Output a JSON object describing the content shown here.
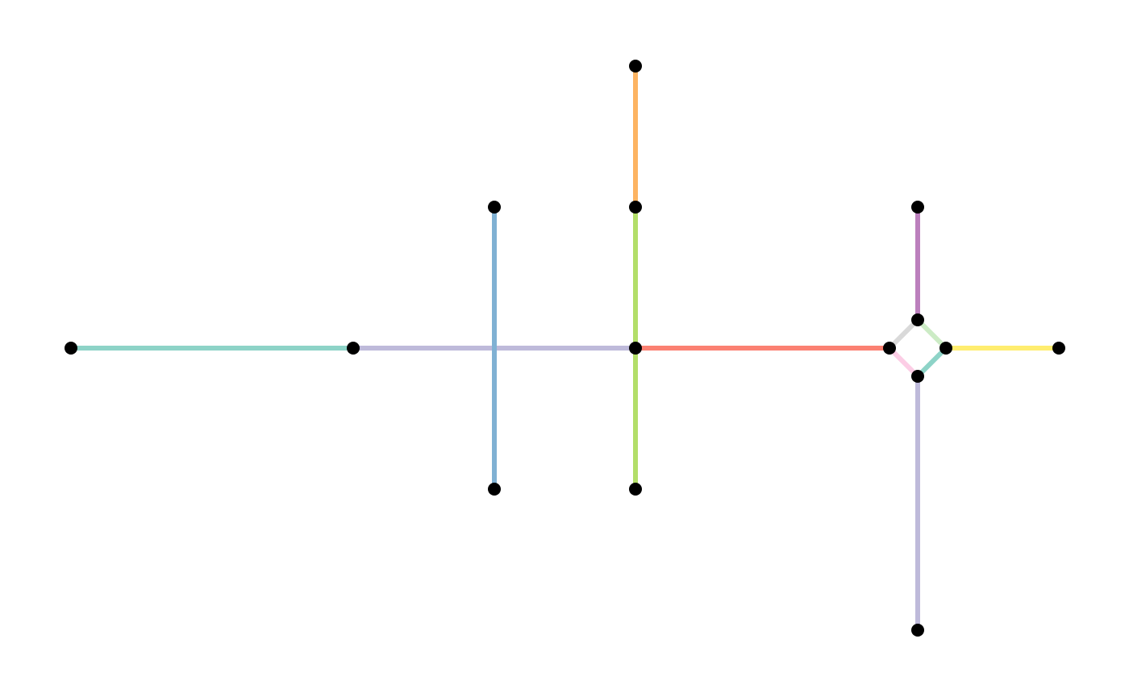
{
  "diagram": {
    "type": "graph",
    "node_color": "#000000",
    "nodes": [
      {
        "id": "n1"
      },
      {
        "id": "n2"
      },
      {
        "id": "n3"
      },
      {
        "id": "n4"
      },
      {
        "id": "n5"
      },
      {
        "id": "n6"
      },
      {
        "id": "n7"
      },
      {
        "id": "n8"
      },
      {
        "id": "n9"
      },
      {
        "id": "n10"
      },
      {
        "id": "n11"
      },
      {
        "id": "n12"
      },
      {
        "id": "n13"
      },
      {
        "id": "n14"
      },
      {
        "id": "n15"
      },
      {
        "id": "n16"
      }
    ],
    "edges": [
      {
        "from": "n1",
        "to": "n2",
        "color": "#8dd3c7"
      },
      {
        "from": "n2",
        "to": "n3",
        "color": "#bebada"
      },
      {
        "from": "n4",
        "to": "n5",
        "color": "#80b1d3"
      },
      {
        "from": "n6",
        "to": "n7",
        "color": "#fdb462"
      },
      {
        "from": "n7",
        "to": "n3",
        "color": "#b3de69"
      },
      {
        "from": "n3",
        "to": "n8",
        "color": "#b3de69"
      },
      {
        "from": "n3",
        "to": "n9",
        "color": "#fb8072"
      },
      {
        "from": "n10",
        "to": "n11",
        "color": "#bc80bd"
      },
      {
        "from": "n9",
        "to": "n11",
        "color": "#d9d9d9"
      },
      {
        "from": "n11",
        "to": "n12",
        "color": "#ccebc5"
      },
      {
        "from": "n9",
        "to": "n13",
        "color": "#fccde5"
      },
      {
        "from": "n13",
        "to": "n12",
        "color": "#8dd3c7"
      },
      {
        "from": "n12",
        "to": "n14",
        "color": "#ffed6f"
      },
      {
        "from": "n13",
        "to": "n15",
        "color": "#bebada"
      }
    ]
  }
}
